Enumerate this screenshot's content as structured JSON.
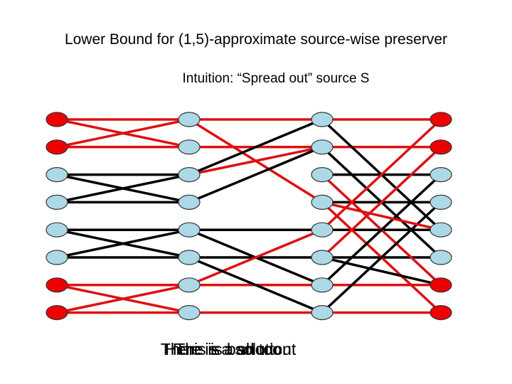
{
  "title": "Lower Bound for (1,5)-approximate source-wise preserver",
  "subtitle": "Intuition: “Spread out” source S",
  "caption_overlay": [
    "There is a shortcut",
    "Here is a solution",
    "This is bad too"
  ],
  "colors": {
    "source": "#ee0000",
    "other": "#add8e6",
    "red_edge": "#dd1111",
    "black_edge": "#000000",
    "node_stroke": "#333333"
  },
  "diagram": {
    "columns": 4,
    "rows": 8,
    "node_types": [
      [
        "source",
        "source",
        "other",
        "other",
        "other",
        "other",
        "source",
        "source"
      ],
      [
        "other",
        "other",
        "other",
        "other",
        "other",
        "other",
        "other",
        "other"
      ],
      [
        "other",
        "other",
        "other",
        "other",
        "other",
        "other",
        "other",
        "other"
      ],
      [
        "source",
        "source",
        "other",
        "other",
        "other",
        "other",
        "source",
        "source"
      ]
    ],
    "edges": [
      {
        "from": [
          0,
          0
        ],
        "to": [
          1,
          0
        ],
        "color": "red"
      },
      {
        "from": [
          0,
          1
        ],
        "to": [
          1,
          1
        ],
        "color": "red"
      },
      {
        "from": [
          0,
          0
        ],
        "to": [
          1,
          1
        ],
        "color": "red"
      },
      {
        "from": [
          0,
          1
        ],
        "to": [
          1,
          0
        ],
        "color": "red"
      },
      {
        "from": [
          0,
          2
        ],
        "to": [
          1,
          2
        ],
        "color": "black"
      },
      {
        "from": [
          0,
          3
        ],
        "to": [
          1,
          3
        ],
        "color": "black"
      },
      {
        "from": [
          0,
          2
        ],
        "to": [
          1,
          3
        ],
        "color": "black"
      },
      {
        "from": [
          0,
          3
        ],
        "to": [
          1,
          2
        ],
        "color": "black"
      },
      {
        "from": [
          0,
          4
        ],
        "to": [
          1,
          4
        ],
        "color": "black"
      },
      {
        "from": [
          0,
          5
        ],
        "to": [
          1,
          5
        ],
        "color": "black"
      },
      {
        "from": [
          0,
          4
        ],
        "to": [
          1,
          5
        ],
        "color": "black"
      },
      {
        "from": [
          0,
          5
        ],
        "to": [
          1,
          4
        ],
        "color": "black"
      },
      {
        "from": [
          0,
          6
        ],
        "to": [
          1,
          6
        ],
        "color": "red"
      },
      {
        "from": [
          0,
          7
        ],
        "to": [
          1,
          7
        ],
        "color": "red"
      },
      {
        "from": [
          0,
          6
        ],
        "to": [
          1,
          7
        ],
        "color": "red"
      },
      {
        "from": [
          0,
          7
        ],
        "to": [
          1,
          6
        ],
        "color": "red"
      },
      {
        "from": [
          1,
          0
        ],
        "to": [
          2,
          0
        ],
        "color": "red"
      },
      {
        "from": [
          1,
          1
        ],
        "to": [
          2,
          1
        ],
        "color": "red"
      },
      {
        "from": [
          1,
          2
        ],
        "to": [
          2,
          1
        ],
        "color": "red"
      },
      {
        "from": [
          1,
          0
        ],
        "to": [
          2,
          3
        ],
        "color": "red"
      },
      {
        "from": [
          1,
          2
        ],
        "to": [
          2,
          0
        ],
        "color": "black"
      },
      {
        "from": [
          1,
          3
        ],
        "to": [
          2,
          1
        ],
        "color": "black"
      },
      {
        "from": [
          1,
          4
        ],
        "to": [
          2,
          4
        ],
        "color": "black"
      },
      {
        "from": [
          1,
          5
        ],
        "to": [
          2,
          5
        ],
        "color": "black"
      },
      {
        "from": [
          1,
          6
        ],
        "to": [
          2,
          6
        ],
        "color": "red"
      },
      {
        "from": [
          1,
          7
        ],
        "to": [
          2,
          7
        ],
        "color": "red"
      },
      {
        "from": [
          1,
          4
        ],
        "to": [
          2,
          6
        ],
        "color": "black"
      },
      {
        "from": [
          1,
          6
        ],
        "to": [
          2,
          4
        ],
        "color": "red"
      },
      {
        "from": [
          1,
          5
        ],
        "to": [
          2,
          7
        ],
        "color": "black"
      },
      {
        "from": [
          2,
          0
        ],
        "to": [
          3,
          0
        ],
        "color": "red"
      },
      {
        "from": [
          2,
          1
        ],
        "to": [
          3,
          1
        ],
        "color": "red"
      },
      {
        "from": [
          2,
          2
        ],
        "to": [
          3,
          2
        ],
        "color": "black"
      },
      {
        "from": [
          2,
          3
        ],
        "to": [
          3,
          3
        ],
        "color": "black"
      },
      {
        "from": [
          2,
          4
        ],
        "to": [
          3,
          4
        ],
        "color": "black"
      },
      {
        "from": [
          2,
          5
        ],
        "to": [
          3,
          5
        ],
        "color": "black"
      },
      {
        "from": [
          2,
          6
        ],
        "to": [
          3,
          6
        ],
        "color": "red"
      },
      {
        "from": [
          2,
          7
        ],
        "to": [
          3,
          7
        ],
        "color": "red"
      },
      {
        "from": [
          2,
          0
        ],
        "to": [
          3,
          4
        ],
        "color": "black"
      },
      {
        "from": [
          2,
          1
        ],
        "to": [
          3,
          5
        ],
        "color": "black"
      },
      {
        "from": [
          2,
          2
        ],
        "to": [
          3,
          6
        ],
        "color": "red"
      },
      {
        "from": [
          2,
          3
        ],
        "to": [
          3,
          7
        ],
        "color": "red"
      },
      {
        "from": [
          2,
          4
        ],
        "to": [
          3,
          0
        ],
        "color": "red"
      },
      {
        "from": [
          2,
          5
        ],
        "to": [
          3,
          1
        ],
        "color": "red"
      },
      {
        "from": [
          2,
          6
        ],
        "to": [
          3,
          2
        ],
        "color": "black"
      },
      {
        "from": [
          2,
          7
        ],
        "to": [
          3,
          3
        ],
        "color": "black"
      },
      {
        "from": [
          2,
          3
        ],
        "to": [
          3,
          4
        ],
        "color": "red"
      },
      {
        "from": [
          2,
          5
        ],
        "to": [
          3,
          6
        ],
        "color": "black"
      }
    ]
  }
}
